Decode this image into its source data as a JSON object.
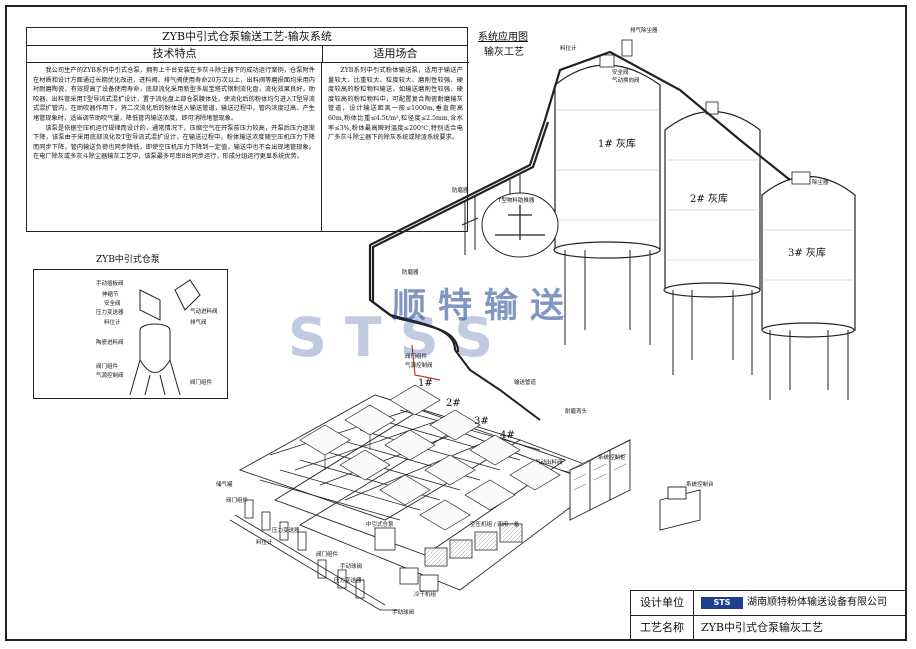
{
  "spec_table": {
    "title": "ZYB中引式仓泵输送工艺-输灰系统",
    "col1_header": "技术特点",
    "col2_header": "适用场合",
    "col1_paragraphs": [
      "我公司生产的ZYB系列中引式仓泵，拥有上千台安装在多灰斗除尘器下的成功运行案例，仓泵附件在材质和设计方面通过长期优化改进，进料阀、排气阀使用寿命20万次以上，出料阀等磨损面均采用内衬耐磨陶瓷，有效提高了设备使用寿命，底部流化采用新型多层宝塔式钢制流化盘，流化效果良好，助吹器、出料管采用T型导流式混扩设计，置于流化盘上部仓泵腰体处，使流化后的粉体均匀进入T型导流式混扩管内，在助吹器作用下，将二次流化后的粉体送入输送管道，输送过程中，管内浓度过高，产生堵管现象时，适当调节助吹气量，降低管内输送浓度，即可消除堵管现象。",
      "该泵是依据空压机运行规律而设计的，通常情况下，压缩空气在开泵前压力较高，开泵后压力逐渐下降，该泵由于采用底部流化及T型导流式混扩设计，在输送过程中，粉体输送浓度随空压机压力下降而同步下降，管内输送负荷也同步降低，即使空压机压力下降到一定值，输送中也不会出现堵管现象。在电厂除灰或多灰斗除尘器输灰工艺中，该泵最多可串8台同步运行，形成分组运行更显系统优势。"
    ],
    "col2_paragraphs": [
      "ZYB系列中引式粉体输送泵，适用于输送产量较大、比重较大、粒度较大、磨削性较强、硬度较高的粉粒物料输送，如输送磨削性较强、硬度较高的粉粒物料中，可配置复合陶瓷耐磨输灰管道，设计输送距离一般≤1000m,垂直爬高60m,粉体比重≤4.5t/m³,粒径度≤2.5mm,含水率≤3%,粉体最高瞬时温度≤200℃,特别适合电厂多灰斗除尘器下的除灰系统或除渣系统要求。"
    ]
  },
  "system_title": {
    "line1": "系统应用图",
    "line2": "输灰工艺"
  },
  "inset": {
    "title": "ZYB中引式仓泵",
    "labels": {
      "manual_valve": "手动插板阀",
      "bellows": "伸缩节",
      "safety_valve": "安全阀",
      "pressure_gauge": "压力变送器",
      "level_meter": "料位计",
      "pneumatic_inlet": "气动进料阀",
      "exhaust": "排气阀",
      "ceramic_valve": "陶瓷进料阀",
      "valve_group": "阀门组件",
      "pneumatic_ctrl": "气源控制阀",
      "valve_group2": "阀门组件"
    }
  },
  "silos": [
    {
      "label": "1# 灰库"
    },
    {
      "label": "2# 灰库"
    },
    {
      "label": "3# 灰库"
    }
  ],
  "callouts": {
    "vent_filter": "排气除尘器",
    "level_meter": "料位计",
    "safety_valve": "安全阀",
    "pneumatic_valve": "气动换向阀",
    "dust_collector": "除尘器",
    "pipe_support": "防磨器",
    "support_label2": "防磨器",
    "valve_assembly": "阀门组件",
    "air_ctrl_valve": "气源控制阀",
    "convey_pipe": "输送管道",
    "wear_elbow": "耐磨弯头",
    "pneumatic_outlet": "气动出料阀",
    "control_cabinet": "系统控制柜",
    "control_station": "系统控制台",
    "gas_tank": "储气罐",
    "valve_group_a": "阀门组件",
    "pressure_tx": "压力变送器",
    "level_a": "料位计",
    "mid_pump": "中引式仓泵",
    "compressor": "空压机组 / 四用一备",
    "dryer": "冷干机组",
    "valve_group_b": "阀门组件",
    "manual_valve": "手动球阀",
    "pressure_tx2": "压力变送器",
    "manual_ball": "手动球阀",
    "t_pipe": "T型物料助推器"
  },
  "pump_numbers": [
    "1#",
    "2#",
    "3#",
    "4#"
  ],
  "watermark": {
    "cn": "顺特输送",
    "en": "STSS"
  },
  "title_block": {
    "design_unit_key": "设计单位",
    "design_unit_value": "湖南顺特粉体输送设备有限公司",
    "process_key": "工艺名称",
    "process_value": "ZYB中引式仓泵输灰工艺",
    "logo_text": "STS"
  },
  "colors": {
    "ink": "#222222",
    "watermark": "#1c3f8f",
    "pipe_highlight": "#c0392b"
  }
}
